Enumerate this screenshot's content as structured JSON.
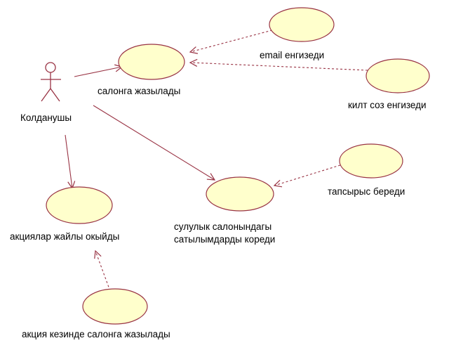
{
  "colors": {
    "use_case_fill": "#ffffcc",
    "stroke": "#993344",
    "text": "#000000",
    "background": "#ffffff"
  },
  "actor": {
    "name": "Колданушы"
  },
  "use_cases": {
    "register": "салонга жазылады",
    "email": "email енгизеди",
    "password": "килт соз енгизеди",
    "view_sales_line1": "сулулык салонындагы",
    "view_sales_line2": "сатылымдарды кореди",
    "order": "тапсырыс береди",
    "promo_read": "акциялар жайлы окыйды",
    "promo_register": "акция кезинде салонга жазылады"
  }
}
